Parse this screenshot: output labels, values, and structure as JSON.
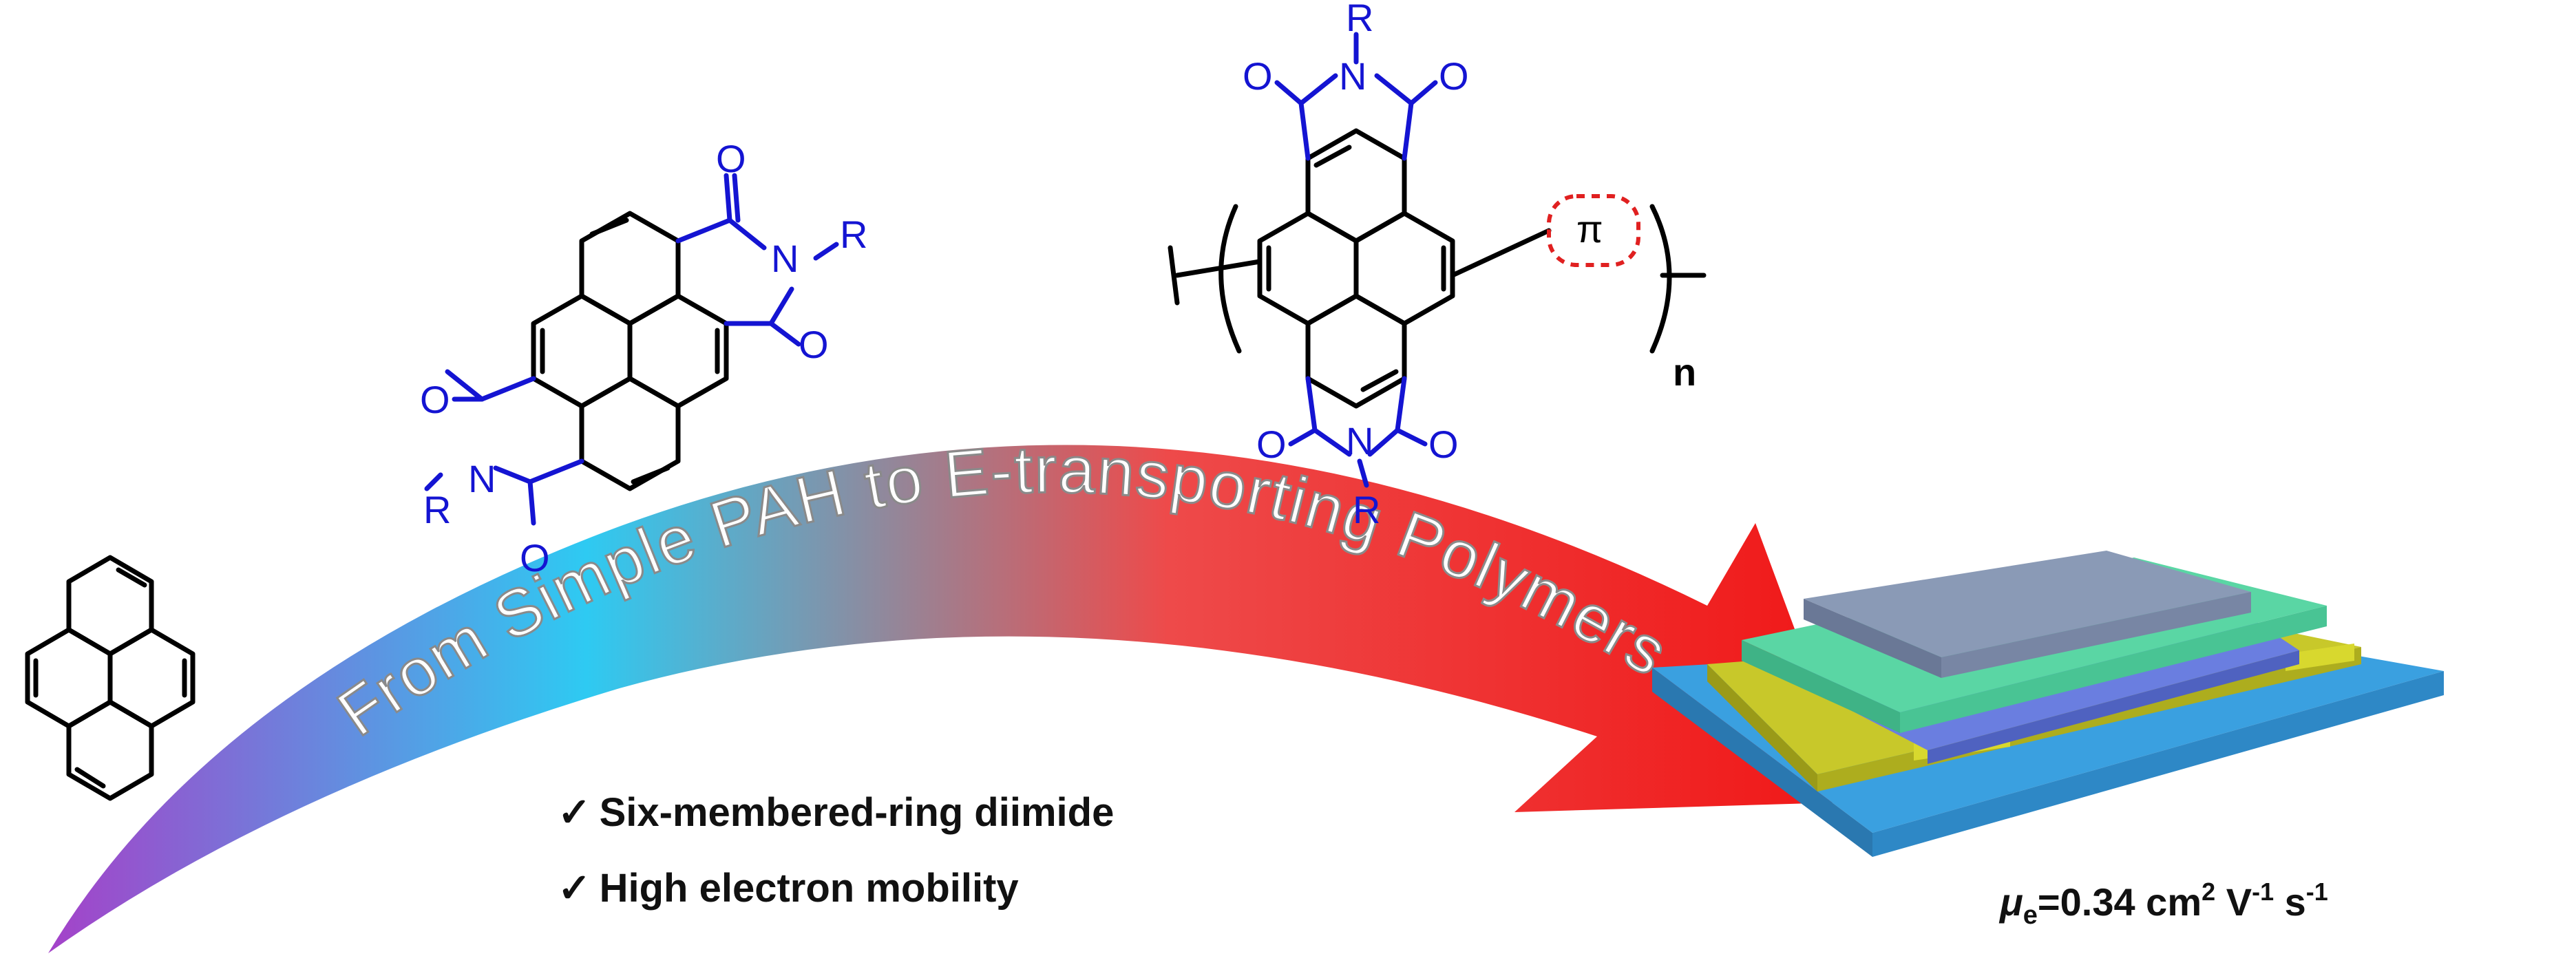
{
  "arrow": {
    "label": "From Simple PAH to E-transporting Polymers",
    "gradient": [
      "#a640c8",
      "#2ecaf2",
      "#ee3a3a",
      "#f01616"
    ]
  },
  "molecules": {
    "pyrene": {
      "name": "pyrene-structure"
    },
    "diimide": {
      "atoms": {
        "o1": "O",
        "o2": "O",
        "o3": "O",
        "o4": "O",
        "n1": "N",
        "n2": "N",
        "r1": "R",
        "r2": "R"
      }
    },
    "polymer": {
      "atoms": {
        "o1": "O",
        "o2": "O",
        "o3": "O",
        "o4": "O",
        "n1": "N",
        "n2": "N",
        "r1": "R",
        "r2": "R"
      },
      "pi_label": "π",
      "subscript": "n"
    }
  },
  "features": [
    {
      "check": "✓",
      "text": "Six-membered-ring diimide"
    },
    {
      "check": "✓",
      "text": "High electron mobility"
    }
  ],
  "device": {
    "layer_colors": [
      "#3aa0e0",
      "#c8c82a",
      "#6a7ee0",
      "#5ad6a4",
      "#8a9ab6"
    ]
  },
  "mobility": {
    "symbol": "μ",
    "sub": "e",
    "value": "=0.34 cm",
    "sup1": "2",
    "unit1": " V",
    "sup2": "-1",
    "unit2": " s",
    "sup3": "-1"
  },
  "colors": {
    "imide_blue": "#1414d2",
    "pi_box": "#e02020"
  }
}
